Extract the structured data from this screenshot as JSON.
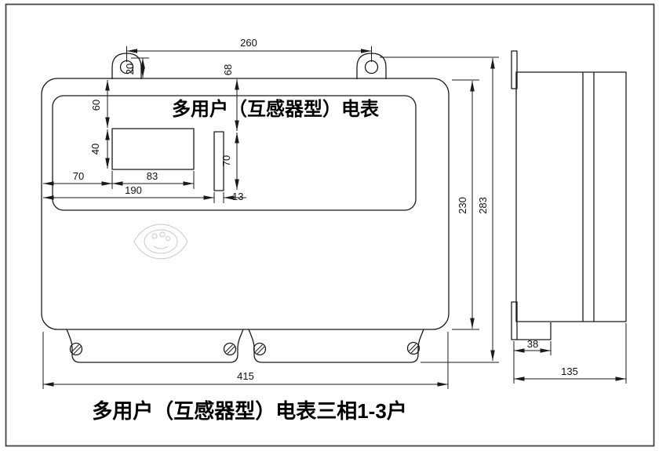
{
  "drawing": {
    "panel_title": "多用户（互感器型）电表",
    "caption": "多用户（互感器型）电表三相1-3户",
    "dimensions": {
      "d260": "260",
      "d20": "20",
      "d68": "68",
      "d60": "60",
      "d40": "40",
      "d70_left": "70",
      "d83": "83",
      "d190": "190",
      "d13": "13",
      "d70_strip": "70",
      "d230": "230",
      "d283": "283",
      "d415": "415",
      "d38": "38",
      "d135": "135"
    },
    "colors": {
      "line": "#1a1a1a",
      "logo": "#c7c7c7",
      "border": "#444444",
      "background": "#ffffff"
    }
  }
}
